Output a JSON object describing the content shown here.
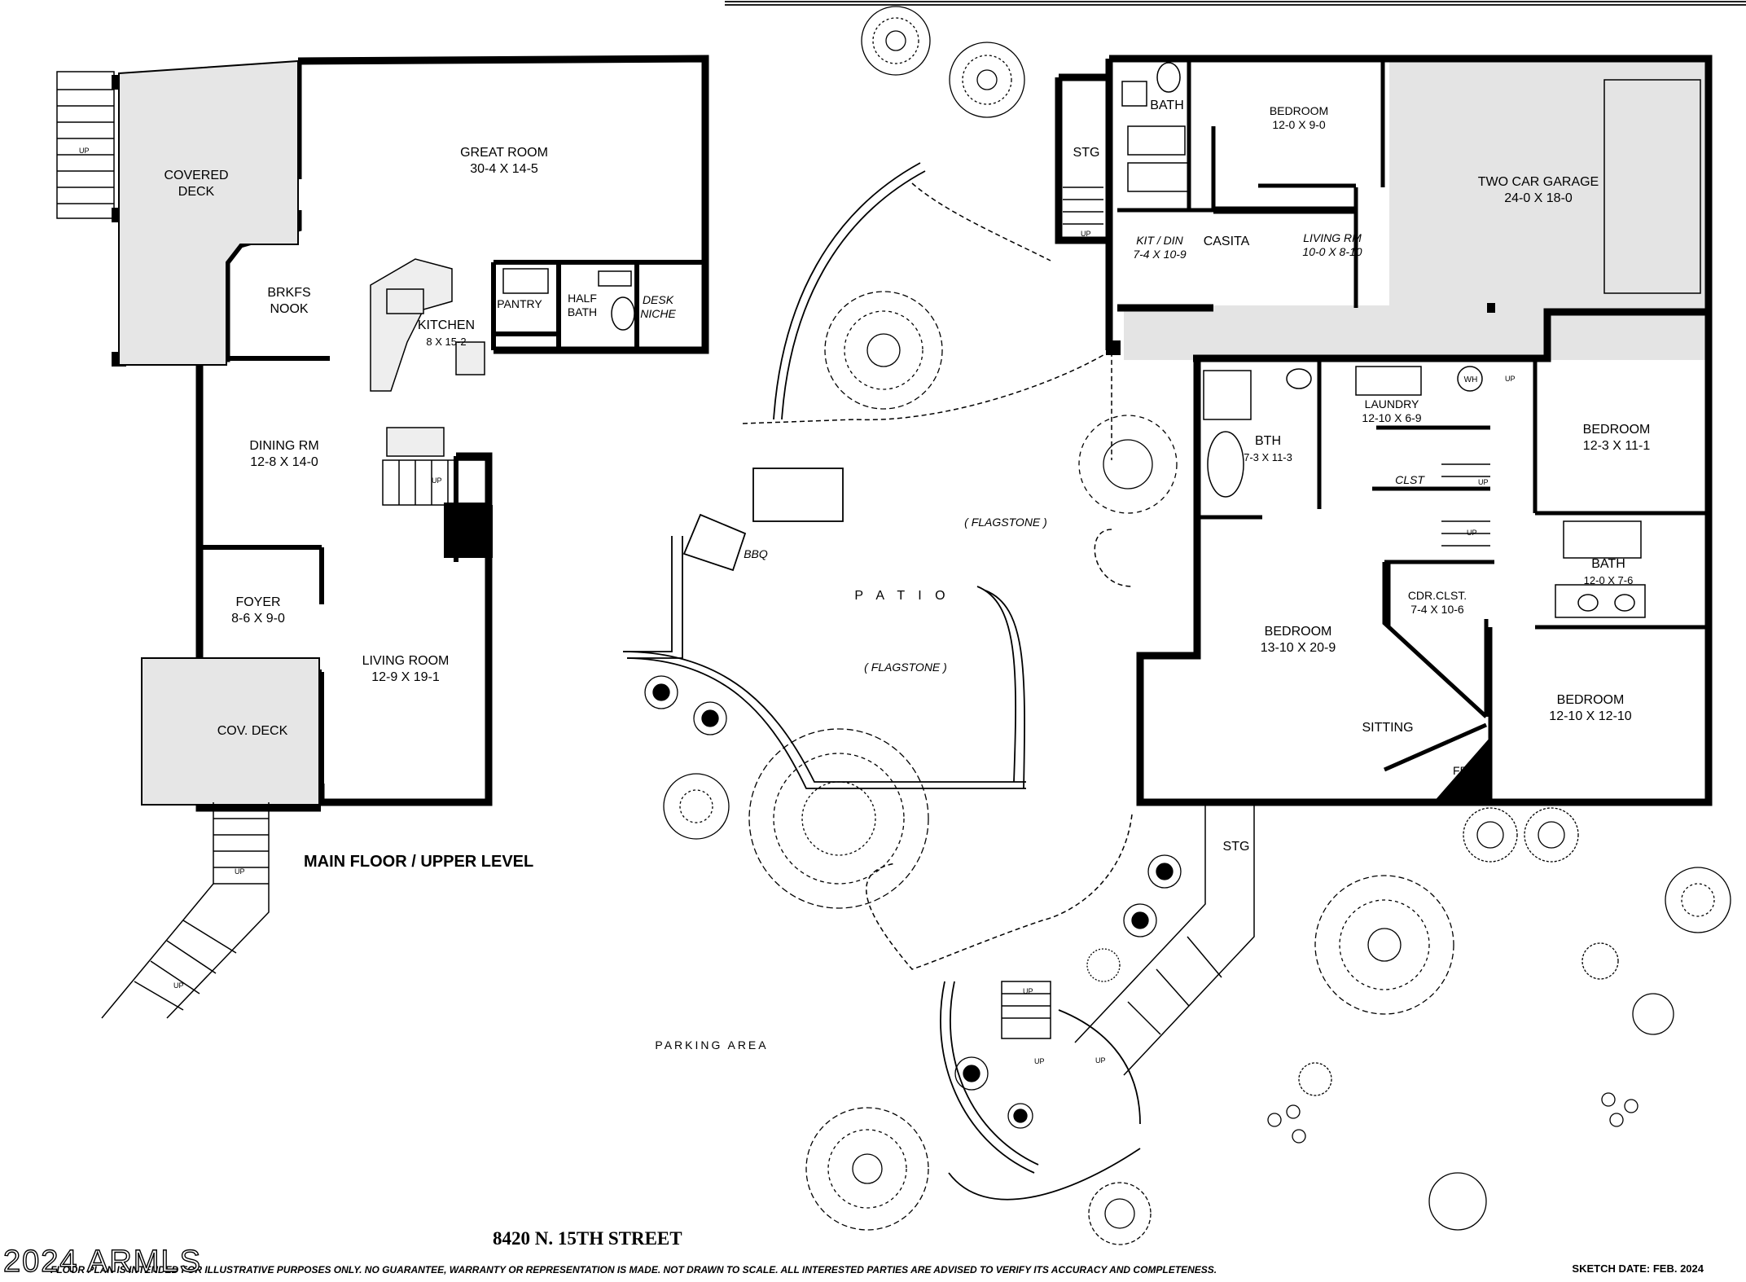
{
  "main_floor": {
    "title": "MAIN FLOOR / UPPER LEVEL",
    "rooms": [
      {
        "key": "covered_deck",
        "name": "COVERED\nDECK",
        "dims": ""
      },
      {
        "key": "great_room",
        "name": "GREAT ROOM",
        "dims": "30-4  X  14-5"
      },
      {
        "key": "brkfs_nook",
        "name": "BRKFS\nNOOK",
        "dims": ""
      },
      {
        "key": "kitchen",
        "name": "KITCHEN",
        "dims": "8 X 15-2"
      },
      {
        "key": "pantry",
        "name": "PANTRY",
        "dims": ""
      },
      {
        "key": "half_bath",
        "name": "HALF\nBATH",
        "dims": ""
      },
      {
        "key": "desk_niche",
        "name": "DESK\nNICHE",
        "dims": ""
      },
      {
        "key": "dining_rm",
        "name": "DINING RM",
        "dims": "12-8 X 14-0"
      },
      {
        "key": "foyer",
        "name": "FOYER",
        "dims": "8-6 X 9-0"
      },
      {
        "key": "living_room",
        "name": "LIVING ROOM",
        "dims": "12-9  X  19-1"
      },
      {
        "key": "cov_deck",
        "name": "COV. DECK",
        "dims": ""
      }
    ]
  },
  "casita": {
    "rooms": [
      {
        "key": "stg_top",
        "name": "STG",
        "dims": ""
      },
      {
        "key": "casita_bath",
        "name": "BATH",
        "dims": ""
      },
      {
        "key": "casita_bedroom",
        "name": "BEDROOM",
        "dims": "12-0 X 9-0"
      },
      {
        "key": "kit_din",
        "name": "KIT / DIN",
        "dims": "7-4 X 10-9"
      },
      {
        "key": "casita",
        "name": "CASITA",
        "dims": ""
      },
      {
        "key": "living_rm",
        "name": "LIVING RM",
        "dims": "10-0 X 8-10"
      },
      {
        "key": "garage",
        "name": "TWO CAR GARAGE",
        "dims": "24-0  X  18-0"
      }
    ]
  },
  "lower_wing": {
    "rooms": [
      {
        "key": "bth",
        "name": "BTH",
        "dims": "7-3 X 11-3"
      },
      {
        "key": "laundry",
        "name": "LAUNDRY",
        "dims": "12-10 X 6-9"
      },
      {
        "key": "wh",
        "name": "WH",
        "dims": ""
      },
      {
        "key": "clst",
        "name": "CLST",
        "dims": ""
      },
      {
        "key": "bedroom_ne",
        "name": "BEDROOM",
        "dims": "12-3 X 11-1"
      },
      {
        "key": "bath_e",
        "name": "BATH",
        "dims": "12-0 X 7-6"
      },
      {
        "key": "cdr_clst",
        "name": "CDR.CLST.",
        "dims": "7-4 X 10-6"
      },
      {
        "key": "bedroom_master",
        "name": "BEDROOM",
        "dims": "13-10 X 20-9"
      },
      {
        "key": "sitting",
        "name": "SITTING",
        "dims": ""
      },
      {
        "key": "fp",
        "name": "FP",
        "dims": ""
      },
      {
        "key": "bedroom_se",
        "name": "BEDROOM",
        "dims": "12-10 X 12-10"
      },
      {
        "key": "stg_bottom",
        "name": "STG",
        "dims": ""
      }
    ]
  },
  "outdoor": {
    "patio": "P A T I O",
    "flagstone_1": "( FLAGSTONE )",
    "flagstone_2": "( FLAGSTONE )",
    "bbq": "BBQ",
    "parking": "PARKING  AREA",
    "up": "UP"
  },
  "footer": {
    "address": "8420 N. 15TH  STREET",
    "disclaimer": "FLOOR PLAN IS INTENDED FOR ILLUSTRATIVE PURPOSES ONLY.  NO GUARANTEE, WARRANTY OR REPRESENTATION IS MADE.  NOT DRAWN TO SCALE.  ALL INTERESTED PARTIES ARE ADVISED TO VERIFY ITS ACCURACY AND COMPLETENESS.",
    "sketch_date": "SKETCH DATE:   FEB. 2024",
    "watermark": "2024 ARMLS"
  }
}
